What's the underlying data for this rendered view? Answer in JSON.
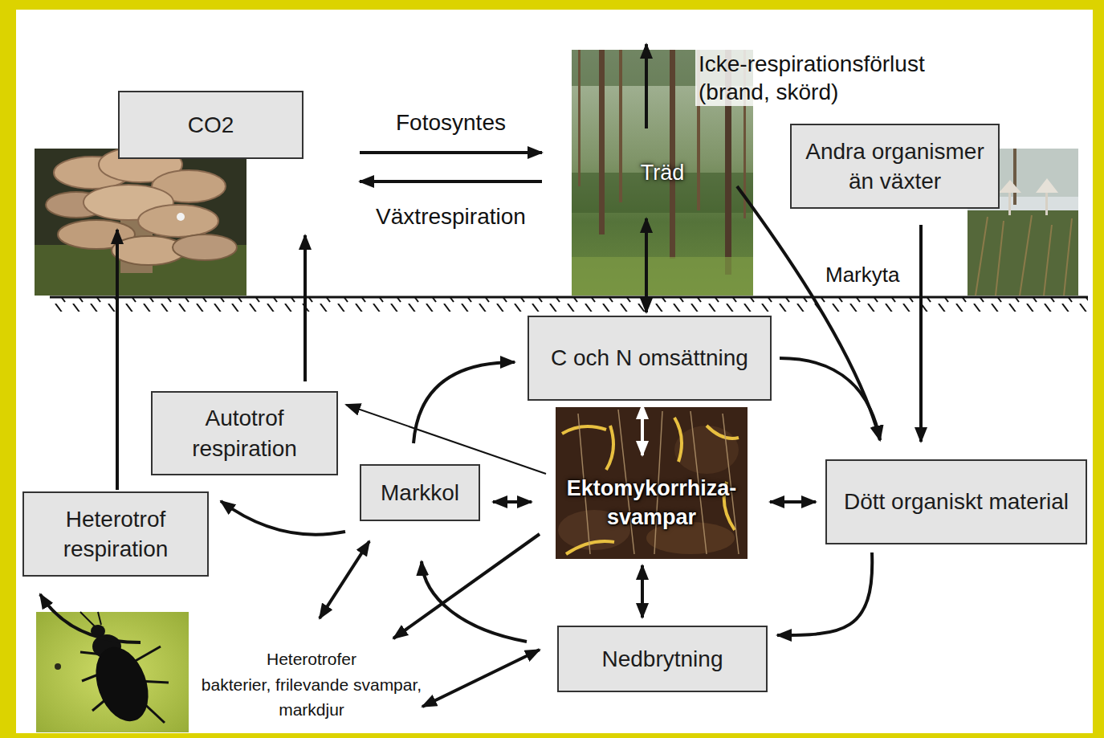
{
  "diagram": {
    "nodes": [
      {
        "text": [
          "CO2"
        ]
      },
      {
        "text": [
          "Träd"
        ]
      },
      {
        "text": [
          "Andra organismer än växter"
        ]
      },
      {
        "text": [
          "C och N omsättning"
        ]
      },
      {
        "text": [
          "Autotrof respiration"
        ]
      },
      {
        "text": [
          "Markkol"
        ]
      },
      {
        "text": [
          "Ektomykorrhiza- svampar"
        ]
      },
      {
        "text": [
          "Heterotrof respiration"
        ]
      },
      {
        "text": [
          "Dött organiskt material"
        ]
      },
      {
        "text": [
          "Nedbrytning"
        ]
      },
      {
        "text": [
          "Heterotrofer",
          "bakterier, frilevande svampar, markdjur"
        ]
      }
    ],
    "edges": [
      {
        "from": 0,
        "to": 1,
        "arrow": "to",
        "label": "Fotosyntes"
      },
      {
        "from": 1,
        "to": 0,
        "arrow": "to",
        "label": "Växtrespiration"
      },
      {
        "from": 1,
        "to": 3,
        "arrow": "both"
      },
      {
        "from": 1,
        "to": 8,
        "arrow": "to"
      },
      {
        "from": 3,
        "to": 8,
        "arrow": "to"
      },
      {
        "from": 2,
        "to": 8,
        "arrow": "to"
      },
      {
        "from": 5,
        "to": 3,
        "arrow": "to"
      },
      {
        "from": 6,
        "to": 3,
        "arrow": "both"
      },
      {
        "from": 6,
        "to": 4,
        "arrow": "to"
      },
      {
        "from": 4,
        "to": 0,
        "arrow": "to"
      },
      {
        "from": 7,
        "to": 0,
        "arrow": "to"
      },
      {
        "from": 5,
        "to": 7,
        "arrow": "to"
      },
      {
        "from": 5,
        "to": 6,
        "arrow": "both"
      },
      {
        "from": 6,
        "to": 8,
        "arrow": "both"
      },
      {
        "from": 6,
        "to": 9,
        "arrow": "both"
      },
      {
        "from": 8,
        "to": 9,
        "arrow": "to"
      },
      {
        "from": 9,
        "to": 5,
        "arrow": "to"
      },
      {
        "from": 5,
        "to": 10,
        "arrow": "both"
      },
      {
        "from": 6,
        "to": 10,
        "arrow": "to"
      },
      {
        "from": 10,
        "to": 9,
        "arrow": "both"
      },
      {
        "from": 10,
        "to": 7,
        "arrow": "to"
      }
    ],
    "labels": [
      "Icke-respirationsförlust (brand, skörd)",
      "Markyta"
    ]
  }
}
